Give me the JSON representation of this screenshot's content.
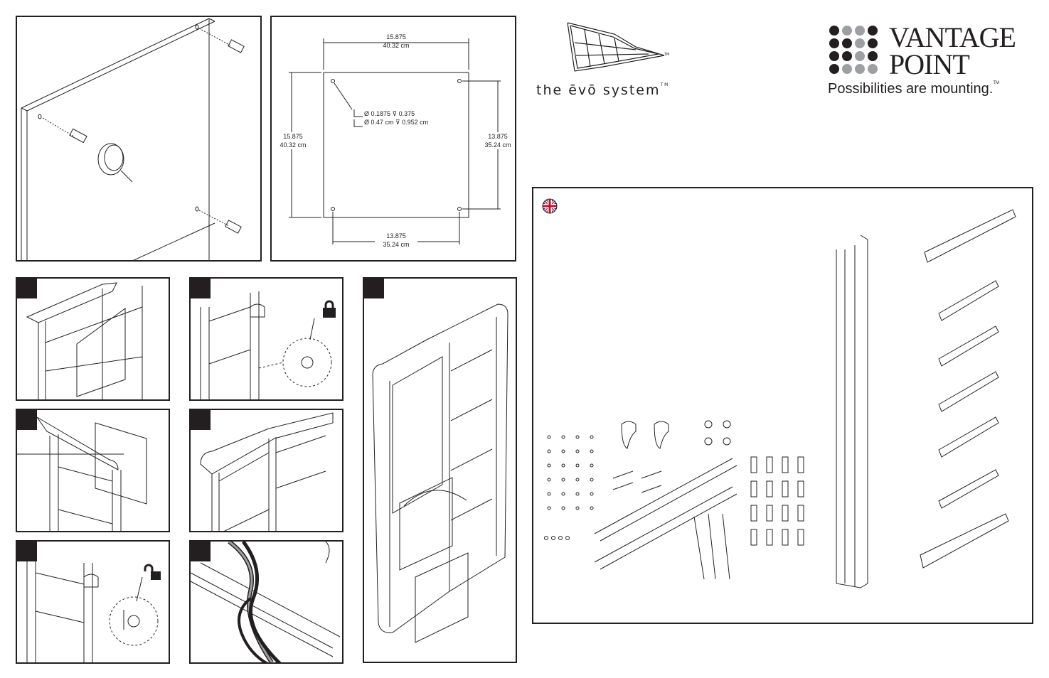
{
  "brand": {
    "evo_logo_text": "the ēvō system",
    "evo_trademark": "TM",
    "company_name_line1": "VANTAGE",
    "company_name_line2": "POINT",
    "tagline": "Possibilities are mounting.",
    "tagline_trademark": "TM"
  },
  "plate_drawing": {
    "top_width_in": "15.875",
    "top_width_cm": "40.32 cm",
    "left_height_in": "15.875",
    "left_height_cm": "40.32 cm",
    "right_spacing_in": "13.875",
    "right_spacing_cm": "35.24 cm",
    "bottom_spacing_in": "13.875",
    "bottom_spacing_cm": "35.24 cm",
    "hole_spec_in": "Ø 0.1875  ⊽ 0.375",
    "hole_spec_cm": "Ø 0.47 cm  ⊽ 0.952 cm"
  },
  "icons": {
    "flag": "uk-flag-icon",
    "lock": "lock-icon",
    "unlock": "unlock-icon"
  },
  "colors": {
    "line": "#231f20",
    "dot_dark": "#231f20",
    "dot_gray": "#9d9fa2"
  }
}
